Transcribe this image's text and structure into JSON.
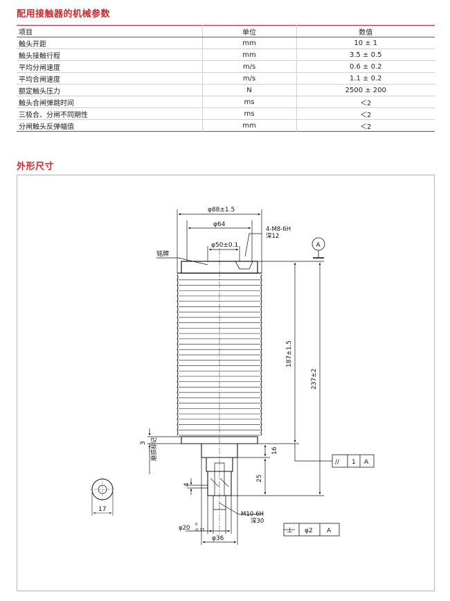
{
  "section1_title": "配用接触器的机械参数",
  "table": {
    "headers": [
      "项目",
      "单位",
      "数值"
    ],
    "rows": [
      [
        "触头开距",
        "mm",
        "10 ± 1"
      ],
      [
        "触头接触行程",
        "mm",
        "3.5 ± 0.5"
      ],
      [
        "平均分闸速度",
        "m/s",
        "0.6 ± 0.2"
      ],
      [
        "平均合闸速度",
        "m/s",
        "1.1 ± 0.2"
      ],
      [
        "额定触头压力",
        "N",
        "2500 ± 200"
      ],
      [
        "触头合闸弹跳时间",
        "ms",
        "＜2"
      ],
      [
        "三极合、分闸不同期性",
        "ms",
        "＜2"
      ],
      [
        "分闸触头反弹幅值",
        "mm",
        "＜2"
      ]
    ]
  },
  "section2_title": "外形尺寸",
  "drawing": {
    "dim_d88": "φ88±1.5",
    "dim_d64": "φ64",
    "dim_d50": "φ50±0.1",
    "thread_top": "4-M8-6H",
    "thread_top_depth": "深12",
    "nameplate": "铭牌",
    "datum_a": "A",
    "dim_187": "187±1.5",
    "dim_237": "237±2",
    "wear_mark_value": "3",
    "wear_mark_label": "磨损标记",
    "dim_16": "16",
    "dim_25": "25",
    "dim_4": "4",
    "dim_17": "17",
    "thread_bottom": "M10-6H",
    "thread_bottom_depth": "深30",
    "dim_d20": "φ20",
    "dim_d20_tol_upper": "0",
    "dim_d20_tol_lower": "-0.13",
    "dim_d36": "φ36",
    "fcf_parallel": {
      "symbol": "//",
      "value": "1",
      "datum": "A"
    },
    "fcf_perpendicular": {
      "symbol": "⊥",
      "value": "φ2",
      "datum": "A"
    }
  }
}
